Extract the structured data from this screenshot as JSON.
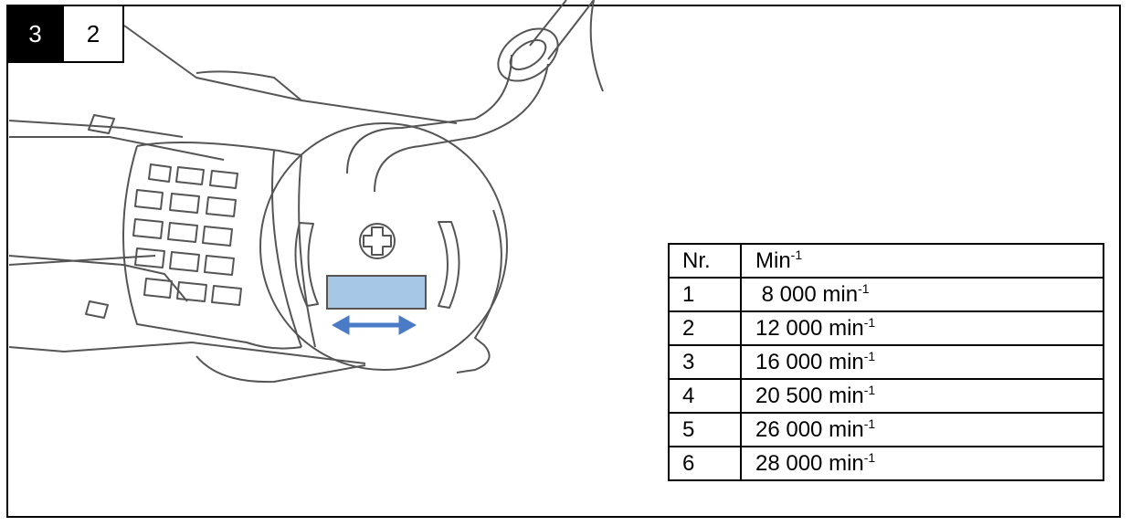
{
  "badges": {
    "figure_number": "3",
    "step_number": "2"
  },
  "colors": {
    "dial_window": "#a7c7e7",
    "arrow": "#4a7bc7",
    "line": "#555555"
  },
  "icons": {
    "screw": "screw-head-icon",
    "arrow": "double-arrow-icon"
  },
  "table": {
    "header": {
      "nr": "Nr.",
      "unit_base": "Min",
      "unit_exp": "-1"
    },
    "rows": [
      {
        "nr": "1",
        "speed": " 8 000 min",
        "exp": "-1"
      },
      {
        "nr": "2",
        "speed": "12 000 min",
        "exp": "-1"
      },
      {
        "nr": "3",
        "speed": "16 000 min",
        "exp": "-1"
      },
      {
        "nr": "4",
        "speed": "20 500 min",
        "exp": "-1"
      },
      {
        "nr": "5",
        "speed": "26 000 min",
        "exp": "-1"
      },
      {
        "nr": "6",
        "speed": "28 000 min",
        "exp": "-1"
      }
    ]
  }
}
